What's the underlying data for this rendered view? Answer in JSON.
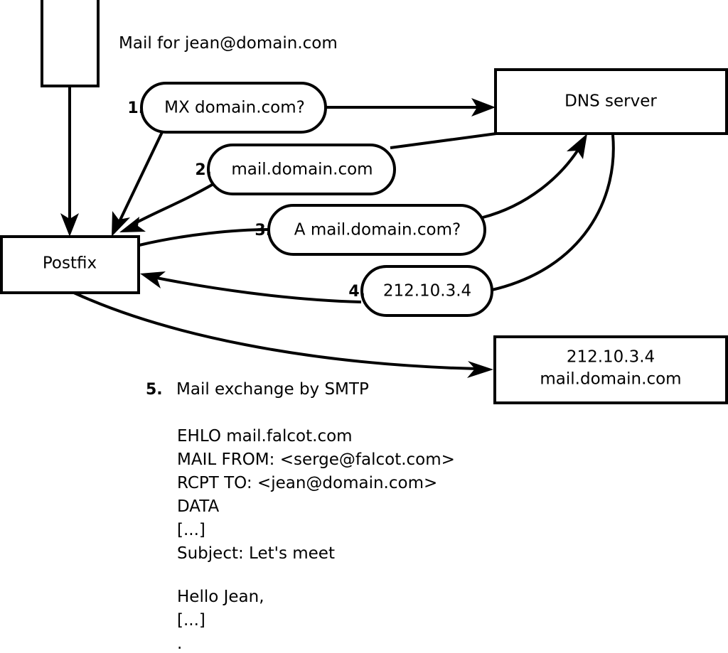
{
  "diagram": {
    "title_label": "Mail for jean@domain.com",
    "nodes": [
      {
        "id": "mail-client",
        "label": ""
      },
      {
        "id": "postfix",
        "label": "Postfix"
      },
      {
        "id": "dns-server",
        "label": "DNS server"
      },
      {
        "id": "mail-host",
        "line1": "212.10.3.4",
        "line2": "mail.domain.com"
      }
    ],
    "steps": [
      {
        "num": "1.",
        "label": "MX domain.com?"
      },
      {
        "num": "2.",
        "label": "mail.domain.com"
      },
      {
        "num": "3.",
        "label": "A mail.domain.com?"
      },
      {
        "num": "4.",
        "label": "212.10.3.4"
      }
    ],
    "step5": {
      "num": "5.",
      "label": "Mail exchange by SMTP"
    },
    "transcript": [
      "EHLO mail.falcot.com",
      "MAIL FROM: <serge@falcot.com>",
      "RCPT TO: <jean@domain.com>",
      "DATA",
      "[...]",
      "Subject: Let's meet",
      "",
      "Hello Jean,",
      "[...]",
      "",
      "."
    ],
    "colors": {
      "stroke": "#000000",
      "fill": "#ffffff",
      "text": "#000000"
    }
  }
}
